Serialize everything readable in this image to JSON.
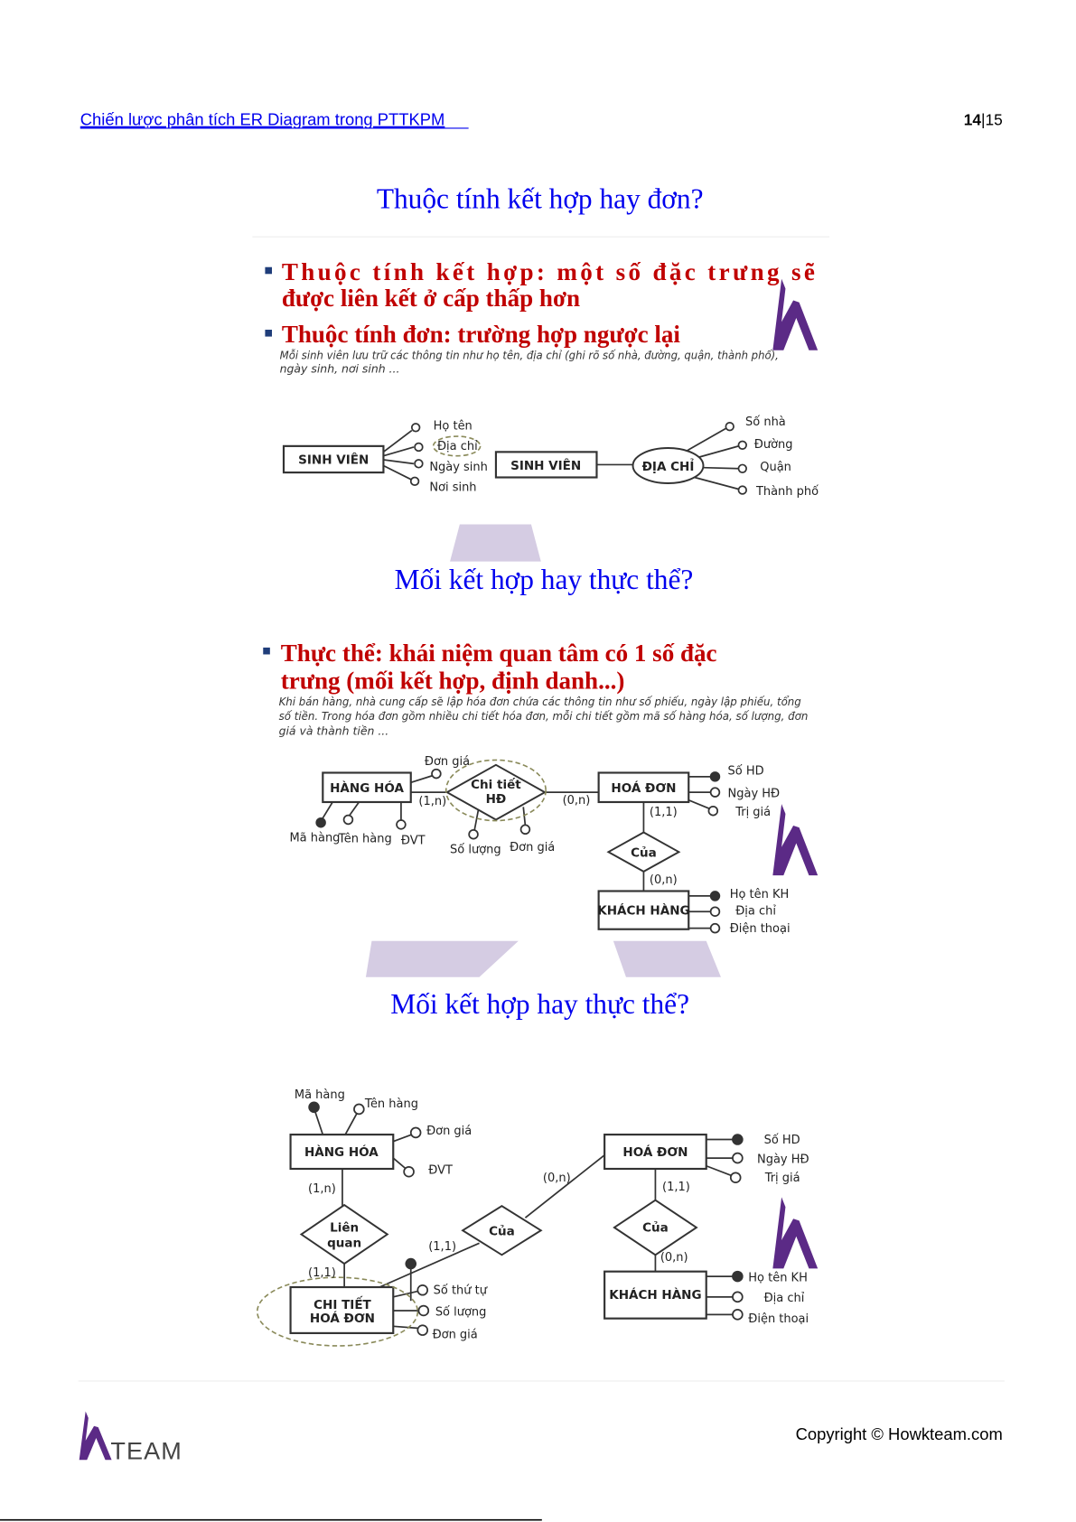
{
  "header": {
    "doc_title": "Chiến lược phân tích ER Diagram trong PTTKPM",
    "page_current": "14",
    "page_sep": "|",
    "page_total": "15"
  },
  "colors": {
    "link": "#0000ee",
    "bullet_text": "#c00000",
    "bullet_square": "#1f3d7a",
    "brand_purple": "#5b2a86",
    "band": "#d5cce3"
  },
  "slide1": {
    "title": "Thuộc tính kết hợp hay đơn?",
    "bullets": [
      "Thuộc tính kết hợp: một số đặc trưng sẽ",
      "được liên kết ở cấp thấp hơn",
      "Thuộc tính đơn: trường hợp ngược lại"
    ],
    "para": [
      "Mỗi sinh viên lưu trữ các thông tin như họ tên, địa chỉ (ghi rõ số nhà, đường, quận, thành phố),",
      "ngày sinh, nơi sinh ..."
    ],
    "diagram": {
      "entity1": "SINH VIÊN",
      "attrs1": [
        "Họ tên",
        "Địa chỉ",
        "Ngày sinh",
        "Nơi sinh"
      ],
      "entity2": "SINH VIÊN",
      "composite": "ĐỊA CHỈ",
      "attrs2": [
        "Số nhà",
        "Đường",
        "Quận",
        "Thành phố"
      ]
    }
  },
  "slide2": {
    "title": "Mối kết hợp hay thực thể?",
    "bullets": [
      "Thực thể: khái niệm quan tâm có 1 số đặc",
      "trưng (mối kết hợp, định danh...)"
    ],
    "para": [
      "Khi bán hàng, nhà cung cấp sẽ lập hóa đơn chứa các thông tin như số phiếu, ngày lập phiếu, tổng",
      "số tiền. Trong hóa đơn gồm nhiều chi tiết hóa đơn, mỗi chi tiết gồm mã số hàng hóa, số lượng, đơn",
      "giá và thành tiền ..."
    ],
    "diagram": {
      "hang_hoa": "HÀNG HÓA",
      "hh_attrs": [
        "Đơn giá",
        "Mã hàng",
        "Tên hàng",
        "ĐVT"
      ],
      "chi_tiet": [
        "Chi tiết",
        "HĐ"
      ],
      "ct_attrs": [
        "Số lượng",
        "Đơn giá"
      ],
      "hoa_don": "HOÁ ĐƠN",
      "hd_attrs": [
        "Số HD",
        "Ngày HĐ",
        "Trị giá"
      ],
      "cua": "Của",
      "khach_hang": "KHÁCH HÀNG",
      "kh_attrs": [
        "Họ tên KH",
        "Địa chỉ",
        "Điện thoại"
      ],
      "card": [
        "(1,n)",
        "(0,n)",
        "(1,1)",
        "(0,n)"
      ]
    }
  },
  "slide3": {
    "title": "Mối kết hợp hay thực thể?",
    "diagram": {
      "hang_hoa": "HÀNG HÓA",
      "hh_attrs": [
        "Mã hàng",
        "Tên hàng",
        "Đơn giá",
        "ĐVT"
      ],
      "lien_quan": [
        "Liên",
        "quan"
      ],
      "chi_tiet": [
        "CHI TIẾT",
        "HOÁ ĐƠN"
      ],
      "ct_attrs": [
        "Số thứ tự",
        "Số lượng",
        "Đơn giá"
      ],
      "cua1": "Của",
      "cua2": "Của",
      "hoa_don": "HOÁ ĐƠN",
      "hd_attrs": [
        "Số HD",
        "Ngày HĐ",
        "Trị giá"
      ],
      "khach_hang": "KHÁCH HÀNG",
      "kh_attrs": [
        "Họ tên KH",
        "Địa chỉ",
        "Điện thoại"
      ],
      "card": [
        "(1,n)",
        "(1,1)",
        "(1,1)",
        "(0,n)",
        "(1,1)",
        "(0,n)"
      ]
    }
  },
  "footer": {
    "brand": "TEAM",
    "copyright": "Copyright © Howkteam.com"
  }
}
